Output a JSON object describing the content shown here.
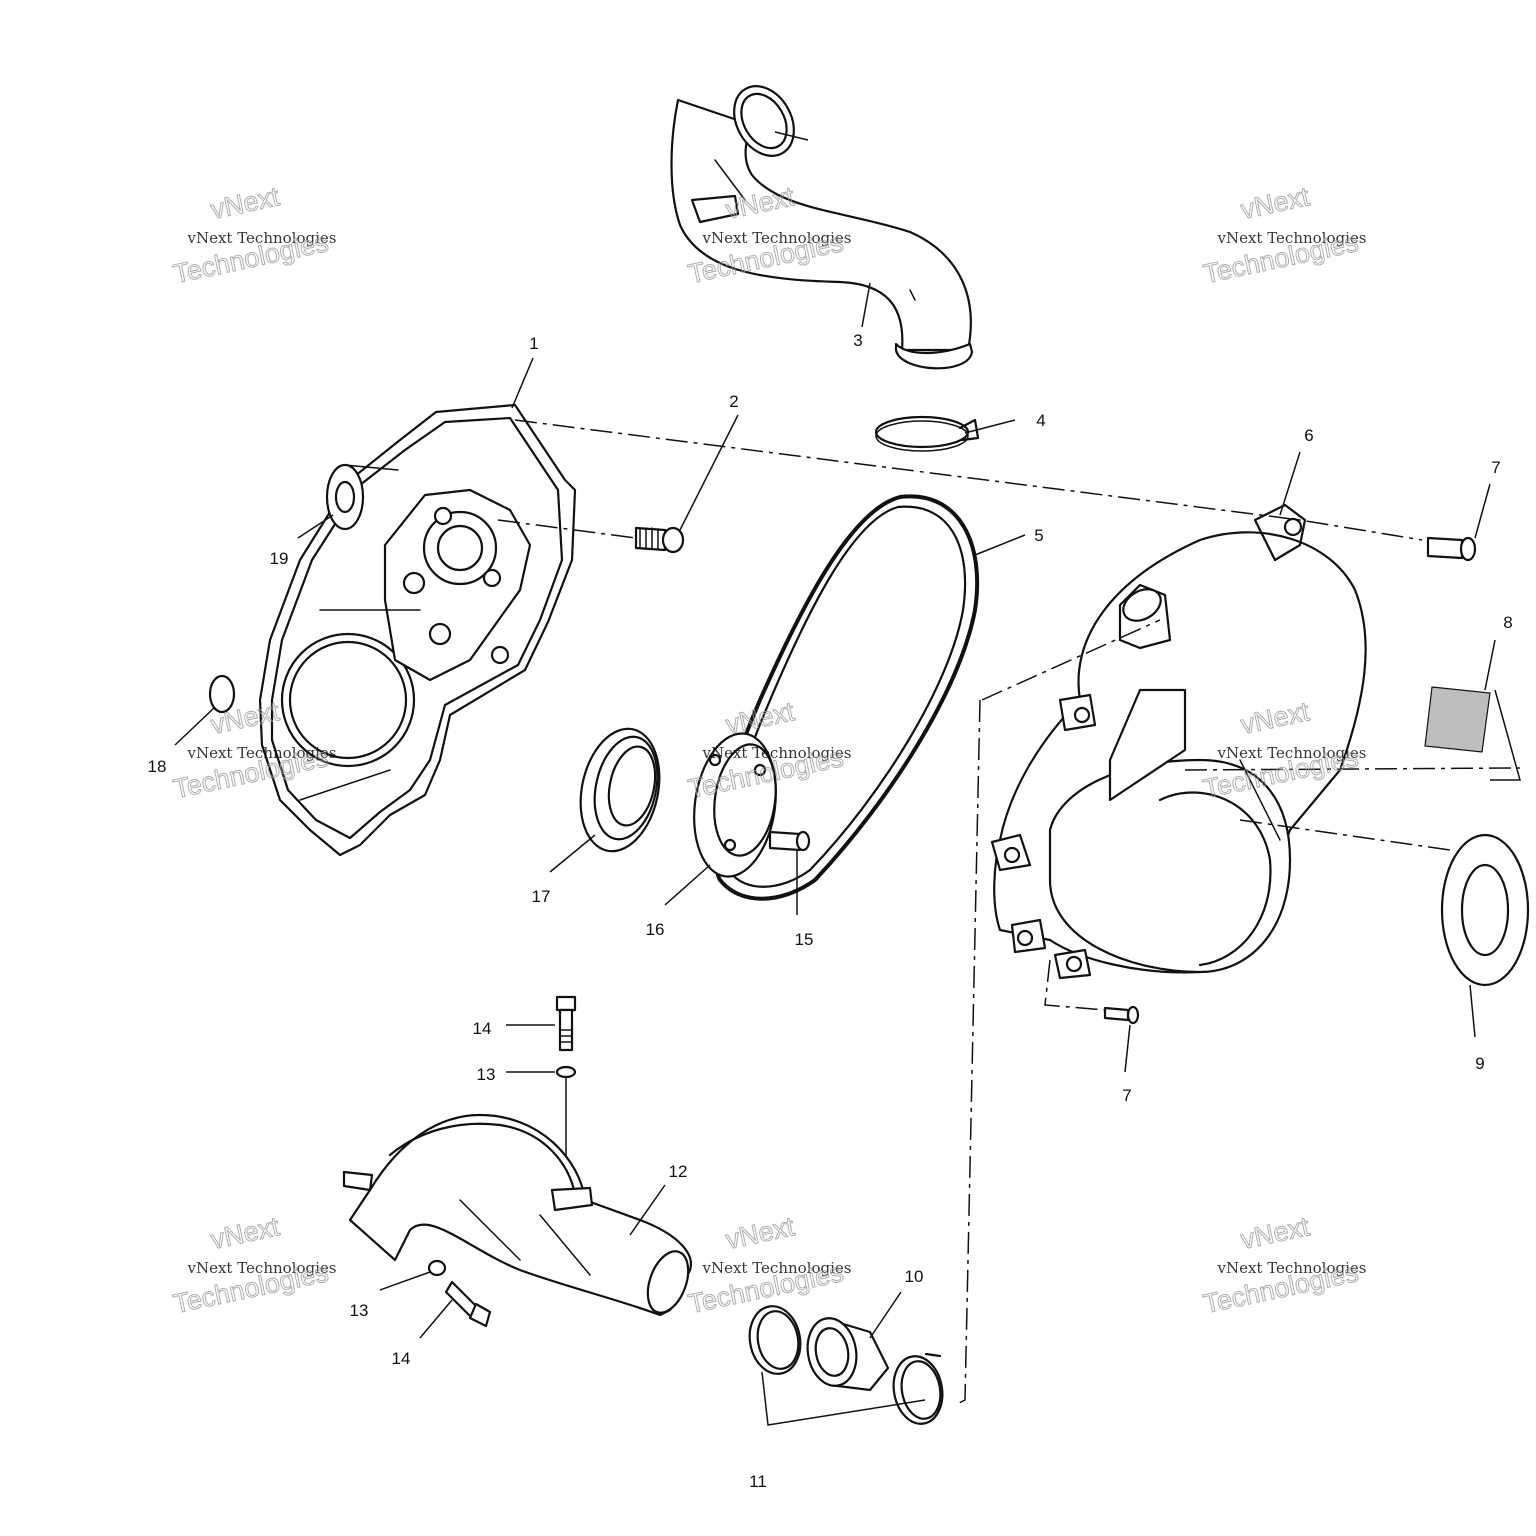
{
  "callouts": {
    "c1": "1",
    "c2": "2",
    "c3": "3",
    "c4": "4",
    "c5": "5",
    "c6": "6",
    "c7a": "7",
    "c7b": "7",
    "c8": "8",
    "c9": "9",
    "c10": "10",
    "c11": "11",
    "c12": "12",
    "c13a": "13",
    "c13b": "13",
    "c14a": "14",
    "c14b": "14",
    "c15": "15",
    "c16": "16",
    "c17": "17",
    "c18": "18",
    "c19": "19"
  },
  "watermark": {
    "logo": "vNext",
    "company": "vNext Technologies",
    "outline": "Technologies"
  }
}
